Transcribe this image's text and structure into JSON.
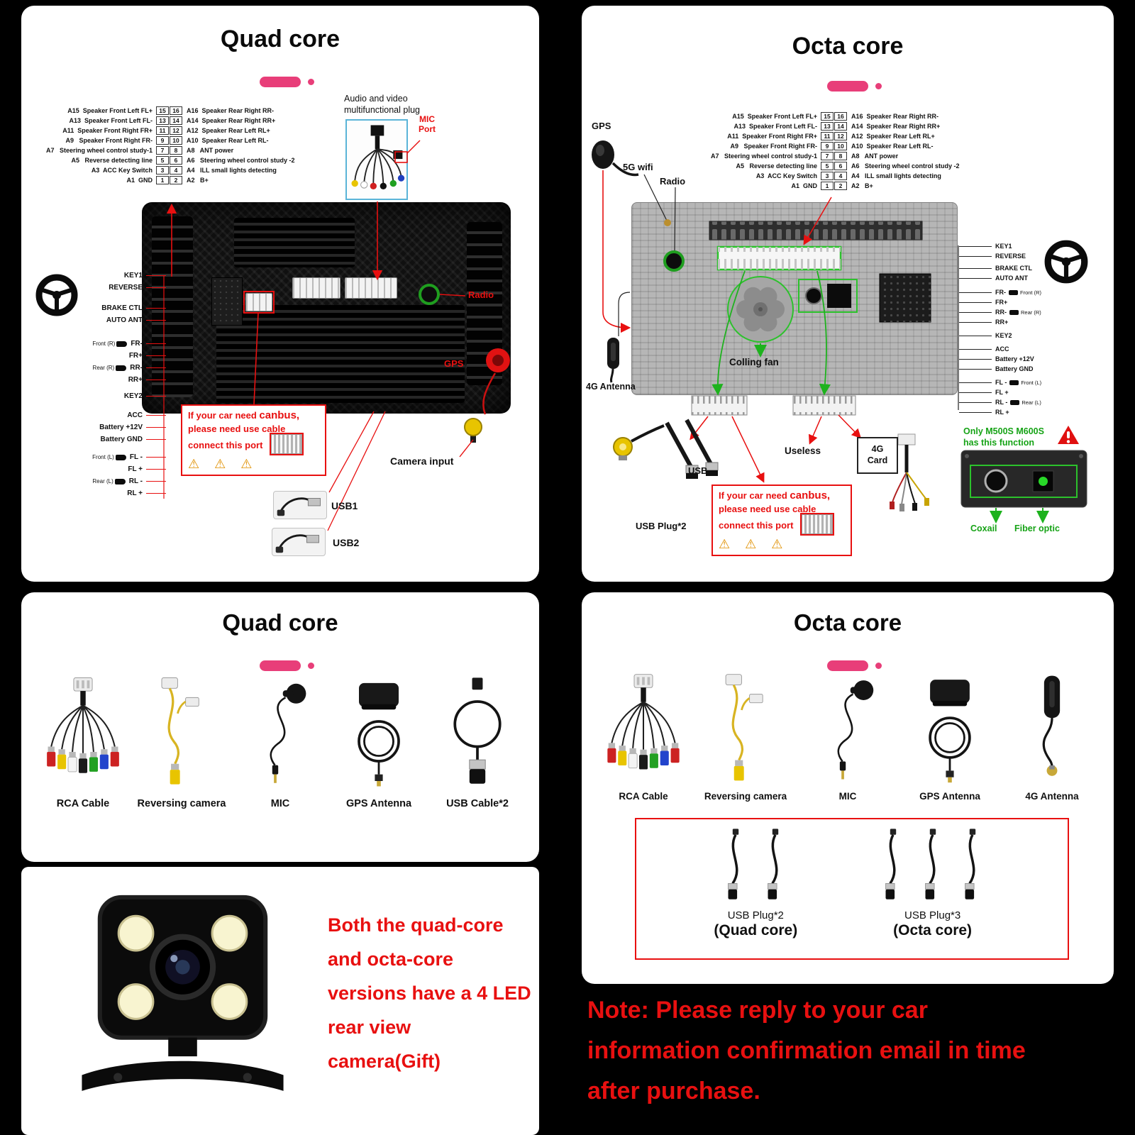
{
  "colors": {
    "accent_pink": "#e83e79",
    "red": "#e81010",
    "green": "#1db21d",
    "background": "#000000"
  },
  "pin_rows": [
    {
      "left": "A15  Speaker Front Left FL+",
      "n1": "15",
      "n2": "16",
      "right": "A16  Speaker Rear Right RR-"
    },
    {
      "left": "A13  Speaker Front Left FL-",
      "n1": "13",
      "n2": "14",
      "right": "A14  Speaker Rear Right RR+"
    },
    {
      "left": "A11  Speaker Front Right FR+",
      "n1": "11",
      "n2": "12",
      "right": "A12  Speaker Rear Left RL+"
    },
    {
      "left": "A9   Speaker Front Right FR-",
      "n1": "9",
      "n2": "10",
      "right": "A10  Speaker Rear Left RL-"
    },
    {
      "left": "A7   Steering wheel control study-1",
      "n1": "7",
      "n2": "8",
      "right": "A8   ANT power"
    },
    {
      "left": "A5   Reverse detecting line",
      "n1": "5",
      "n2": "6",
      "right": "A6   Steering wheel control study -2"
    },
    {
      "left": "A3  ACC Key Switch",
      "n1": "3",
      "n2": "4",
      "right": "A4   ILL small lights detecting"
    },
    {
      "left": "A1  GND",
      "n1": "1",
      "n2": "2",
      "right": "A2   B+"
    }
  ],
  "harness": [
    {
      "label": "KEY1",
      "tag": ""
    },
    {
      "label": "REVERSE",
      "tag": ""
    },
    {
      "label": "BRAKE CTL",
      "tag": ""
    },
    {
      "label": "AUTO ANT",
      "tag": ""
    },
    {
      "label": "FR-",
      "tag": "Front (R)"
    },
    {
      "label": "FR+",
      "tag": ""
    },
    {
      "label": "RR-",
      "tag": "Rear (R)"
    },
    {
      "label": "RR+",
      "tag": ""
    },
    {
      "label": "KEY2",
      "tag": ""
    },
    {
      "label": "ACC",
      "tag": ""
    },
    {
      "label": "Battery +12V",
      "tag": ""
    },
    {
      "label": "Battery GND",
      "tag": ""
    },
    {
      "label": "FL -",
      "tag": "Front (L)"
    },
    {
      "label": "FL +",
      "tag": ""
    },
    {
      "label": "RL -",
      "tag": "Rear (L)"
    },
    {
      "label": "RL +",
      "tag": ""
    }
  ],
  "quad_wiring": {
    "title": "Quad core",
    "plug_label": "Audio and video multifunctional plug",
    "mic_port": "MIC Port",
    "radio": "Radio",
    "gps": "GPS",
    "camera_input": "Camera input",
    "usb1": "USB1",
    "usb2": "USB2"
  },
  "canbus": {
    "line1_pre": "If your car need ",
    "line1_bold": "canbus,",
    "line2": "please need use cable",
    "line3": "connect this port",
    "warnings": "⚠ ⚠ ⚠"
  },
  "octa_wiring": {
    "title": "Octa core",
    "gps": "GPS",
    "wifi": "5G wifi",
    "radio": "Radio",
    "antenna_4g": "4G Antenna",
    "cooling_fan": "Colling fan",
    "useless": "Useless",
    "usb": "USB",
    "usb_plug2": "USB Plug*2",
    "card_4g": "4G Card",
    "only_line1": "Only M500S M600S",
    "only_line2": "has this function",
    "coaxial": "Coxail",
    "fiber": "Fiber optic"
  },
  "quad_kit": {
    "title": "Quad core",
    "items": [
      {
        "label": "RCA Cable",
        "icon": "rca-cable-icon"
      },
      {
        "label": "Reversing camera",
        "icon": "reversing-camera-icon"
      },
      {
        "label": "MIC",
        "icon": "mic-icon"
      },
      {
        "label": "GPS Antenna",
        "icon": "gps-antenna-icon"
      },
      {
        "label": "USB Cable*2",
        "icon": "usb-cable-icon"
      }
    ]
  },
  "octa_kit": {
    "title": "Octa core",
    "items": [
      {
        "label": "RCA Cable",
        "icon": "rca-cable-icon"
      },
      {
        "label": "Reversing camera",
        "icon": "reversing-camera-icon"
      },
      {
        "label": "MIC",
        "icon": "mic-icon"
      },
      {
        "label": "GPS Antenna",
        "icon": "gps-antenna-icon"
      },
      {
        "label": "4G Antenna",
        "icon": "4g-antenna-icon"
      }
    ],
    "usb_plug2": "USB Plug*2",
    "usb_plug2_sub": "(Quad core)",
    "usb_plug3": "USB Plug*3",
    "usb_plug3_sub": "(Octa core)"
  },
  "camera_gift": {
    "lines": [
      "Both the quad-core",
      "and octa-core",
      "versions have a 4 LED",
      "rear view",
      "camera(Gift)"
    ]
  },
  "note": {
    "lines": [
      "Note: Please reply to your car",
      "information confirmation email in time",
      "after purchase."
    ]
  }
}
